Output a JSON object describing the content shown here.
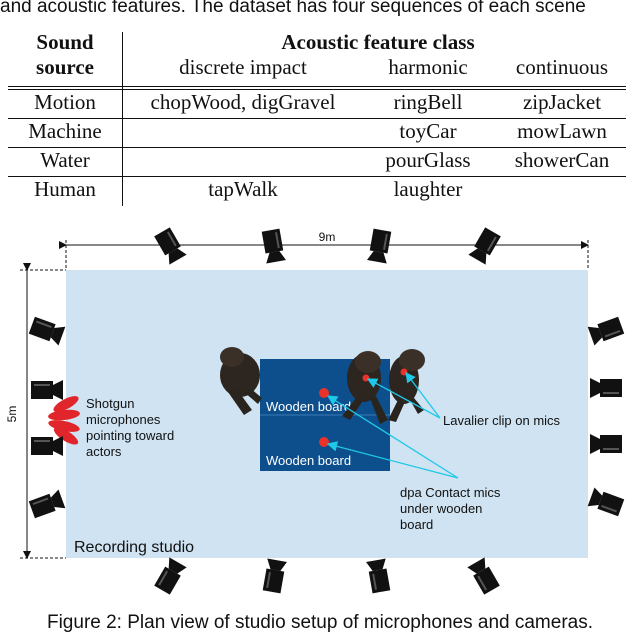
{
  "intro_text": "and acoustic features. The dataset has four sequences of each scene",
  "table": {
    "header_col1_line1": "Sound",
    "header_col1_line2": "source",
    "header_group": "Acoustic feature class",
    "columns": [
      "discrete impact",
      "harmonic",
      "continuous"
    ],
    "rows": [
      {
        "source": "Motion",
        "cells": [
          "chopWood, digGravel",
          "ringBell",
          "zipJacket"
        ]
      },
      {
        "source": "Machine",
        "cells": [
          "",
          "toyCar",
          "mowLawn"
        ]
      },
      {
        "source": "Water",
        "cells": [
          "",
          "pourGlass",
          "showerCan"
        ]
      },
      {
        "source": "Human",
        "cells": [
          "tapWalk",
          "laughter",
          ""
        ]
      }
    ]
  },
  "diagram": {
    "width_label": "9m",
    "height_label": "5m",
    "studio_label": "Recording studio",
    "board_labels": [
      "Wooden board",
      "Wooden board"
    ],
    "shotgun_label": [
      "Shotgun",
      "microphones",
      "pointing toward",
      "actors"
    ],
    "lavalier_label": "Lavalier clip on mics",
    "contact_label": [
      "dpa Contact mics",
      "under wooden",
      "board"
    ],
    "colors": {
      "studio_fill": "#cfe3f2",
      "board_fill": "#0d4f8c",
      "mic_dot": "#e8322a",
      "pointer_line": "#1ec8e8",
      "camera": "#111111"
    }
  },
  "caption": "Figure 2: Plan view of studio setup of microphones and cameras."
}
